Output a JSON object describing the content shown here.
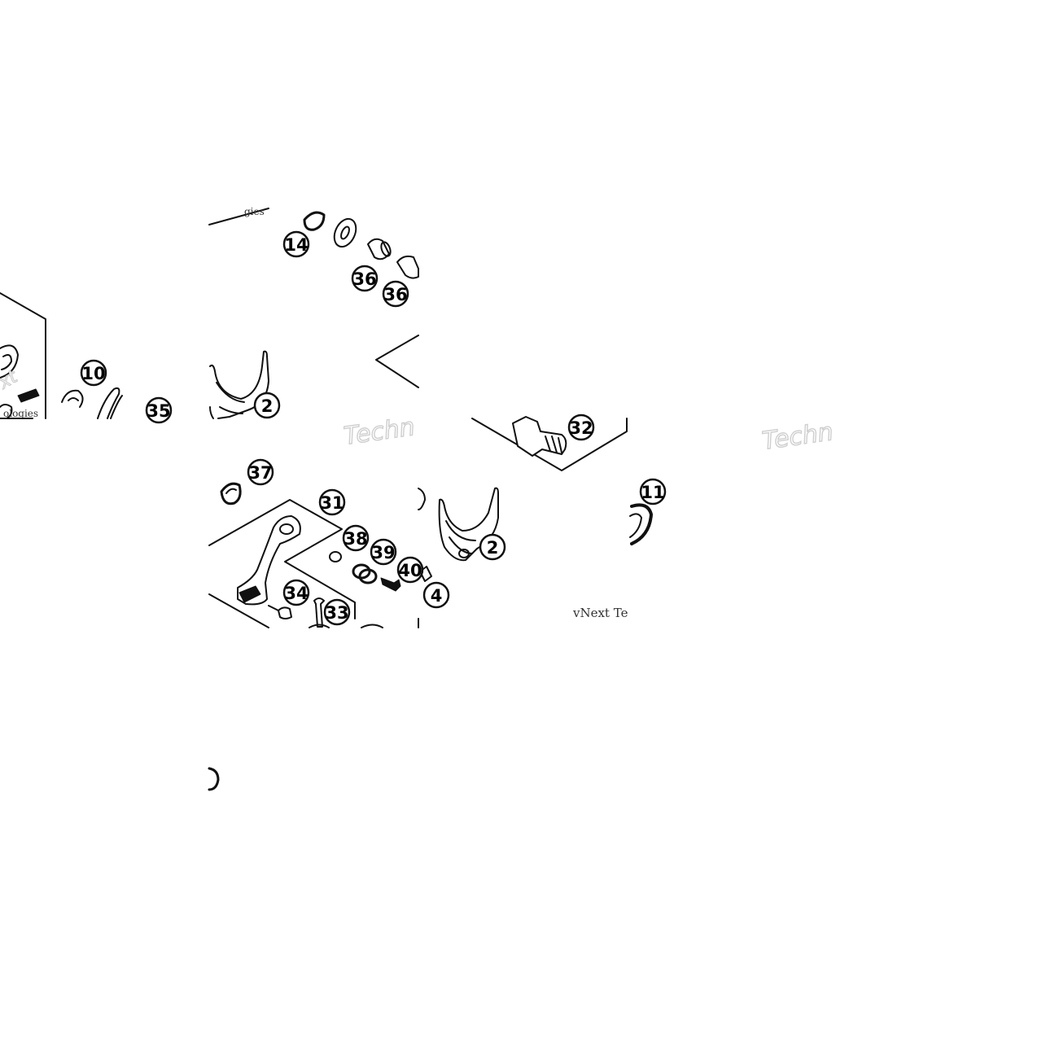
{
  "callouts": {
    "c1": "10",
    "c2": "35",
    "c3": "14",
    "c4": "36",
    "c5": "36",
    "c6": "2",
    "c7": "32",
    "c8": "37",
    "c9": "31",
    "c10": "38",
    "c11": "39",
    "c12": "40",
    "c13": "34",
    "c14": "33",
    "c15": "4",
    "c16": "2",
    "c17": "11"
  },
  "watermarks": {
    "w1": "Techn",
    "w2": "Techn",
    "w3": "vNext Te",
    "w4": "ologies",
    "w5": "xt",
    "w6": "gies"
  },
  "colors": {
    "line": "#111111",
    "paper": "#ffffff",
    "watermark": "#d2d2d2"
  }
}
